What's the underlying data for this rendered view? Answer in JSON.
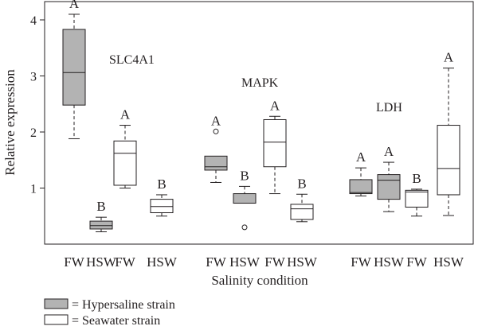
{
  "chart_data": {
    "type": "box",
    "ylabel": "Relative expression",
    "xlabel": "Salinity condition",
    "ylim": [
      0,
      4.3
    ],
    "yticks": [
      1,
      2,
      3,
      4
    ],
    "legend": [
      {
        "label": "= Hypersaline strain",
        "color": "#b3b3b3"
      },
      {
        "label": "= Seawater strain",
        "color": "#ffffff"
      }
    ],
    "groups": [
      {
        "gene": "SLC4A1",
        "boxes": [
          {
            "condition": "FW",
            "strain": "Hypersaline",
            "min": 1.88,
            "q1": 2.48,
            "median": 3.06,
            "q3": 3.83,
            "max": 4.1,
            "outliers": [],
            "letter": "A"
          },
          {
            "condition": "HSW",
            "strain": "Hypersaline",
            "min": 0.22,
            "q1": 0.27,
            "median": 0.33,
            "q3": 0.41,
            "max": 0.48,
            "outliers": [],
            "letter": "B"
          },
          {
            "condition": "FW",
            "strain": "Seawater",
            "min": 1.0,
            "q1": 1.05,
            "median": 1.62,
            "q3": 1.84,
            "max": 2.12,
            "outliers": [],
            "letter": "A"
          },
          {
            "condition": "HSW",
            "strain": "Seawater",
            "min": 0.5,
            "q1": 0.56,
            "median": 0.67,
            "q3": 0.8,
            "max": 0.88,
            "outliers": [],
            "letter": "B"
          }
        ]
      },
      {
        "gene": "MAPK",
        "boxes": [
          {
            "condition": "FW",
            "strain": "Hypersaline",
            "min": 1.1,
            "q1": 1.32,
            "median": 1.38,
            "q3": 1.57,
            "max": 1.57,
            "outliers": [
              2.01
            ],
            "letter": "A"
          },
          {
            "condition": "HSW",
            "strain": "Hypersaline",
            "min": 0.73,
            "q1": 0.73,
            "median": 0.73,
            "q3": 0.9,
            "max": 1.03,
            "outliers": [
              0.3
            ],
            "letter": "B"
          },
          {
            "condition": "FW",
            "strain": "Seawater",
            "min": 0.9,
            "q1": 1.38,
            "median": 1.82,
            "q3": 2.22,
            "max": 2.28,
            "outliers": [],
            "letter": "A"
          },
          {
            "condition": "HSW",
            "strain": "Seawater",
            "min": 0.4,
            "q1": 0.44,
            "median": 0.63,
            "q3": 0.71,
            "max": 0.89,
            "outliers": [],
            "letter": "B"
          }
        ]
      },
      {
        "gene": "LDH",
        "boxes": [
          {
            "condition": "FW",
            "strain": "Hypersaline",
            "min": 0.86,
            "q1": 0.9,
            "median": 0.92,
            "q3": 1.15,
            "max": 1.36,
            "outliers": [],
            "letter": "A"
          },
          {
            "condition": "HSW",
            "strain": "Hypersaline",
            "min": 0.58,
            "q1": 0.8,
            "median": 1.14,
            "q3": 1.24,
            "max": 1.46,
            "outliers": [],
            "letter": "A"
          },
          {
            "condition": "FW",
            "strain": "Seawater",
            "min": 0.5,
            "q1": 0.66,
            "median": 0.93,
            "q3": 0.96,
            "max": 0.98,
            "outliers": [],
            "letter": "B"
          },
          {
            "condition": "HSW",
            "strain": "Seawater",
            "min": 0.51,
            "q1": 0.88,
            "median": 1.35,
            "q3": 2.12,
            "max": 3.14,
            "outliers": [],
            "letter": "A"
          }
        ]
      }
    ]
  }
}
